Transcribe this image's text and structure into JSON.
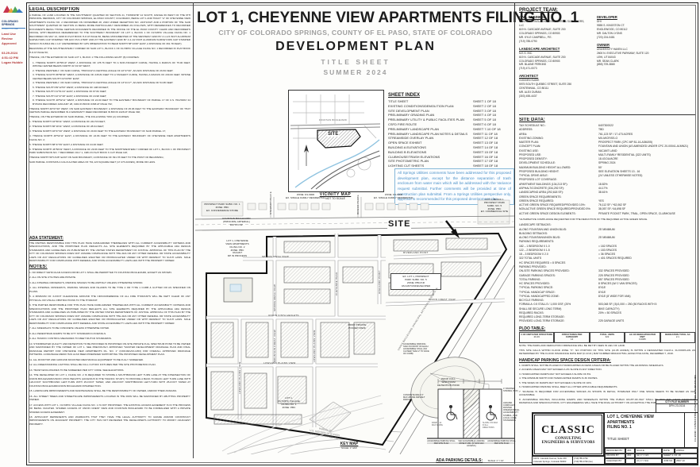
{
  "titles": {
    "main": "LOT 1, CHEYENNE VIEW APARTMENTS FILING NO. 1",
    "sub": "CITY OF COLORADO SPRINGS, COUNTY OF EL PASO, STATE OF COLORADO",
    "plan": "DEVELOPMENT PLAN",
    "sheet": "TITLE SHEET",
    "season": "SUMMER 2024"
  },
  "stamp": {
    "org1": "COLORADO",
    "org2": "SPRINGS",
    "tag": "OLYMPIC CITY USA",
    "line1": "Land Use Review",
    "line2": "Approved",
    "date": "03.29.2024",
    "time": "4:51:42 PM",
    "name": "Logan Hubble"
  },
  "legal": {
    "heading": "LEGAL DESCRIPTION",
    "paras": [
      "A PARCEL OF LAND LOCATED IN THE SOUTHWEST QUARTER OF SECTION 21, TOWNSHIP 14 SOUTH, RANGE 66 WEST OF THE 6TH PRINCIPAL MERIDIAN, CITY OF COLORADO SPRINGS, EL PASO COUNTY, COLORADO, BEING LOT 1 AND TRACT \"A\" OF CHEYENNE VIEW APARTMENTS FILING NO. 2 RECORDED ON NOVEMBER 28, 2023 UNDER RECEPTION NO. 223713327 AND A PORTION OF THE SAID SOUTHWEST QUARTER OF SECTION 21 BEING MORE PARTICULARLY DESCRIBED AS FOLLOWS, WITH REFERENCES TO RECORDED DOCUMENTS BEING THOSE CERTAIN DOCUMENTS RECORDED IN THE OFFICE OF THE EL PASO COUNTY CLERK AND RECORDER'S OFFICE, WITH BEARINGS REFERENCED TO THE SOUTHERLY BOUNDARY OF LOT 1, BLOCK 1 OF OLYMPIC VILLAGE FILING NO. 1 RECORDED ON MAY 13, 1998 IN PLAT BOOK H-8 AT PAGE 50, BEING MONUMENTED AT THE WESTERLY END BY A 1-1/2 INCH ALUMINUM SURVEYORS CAP STAMPED \"DB &CO PLS 27605\" AND AT THE EASTERLY END BY A 2-1/2 INCH ALUMINUM SURVEYORS CAP STAMPED \"ESSCO PLS 8014 RE 1 1/1\" (DETERMINED BY GPS OBSERVATION TO BEAR NORTH 58°13'28\" EAST, A DISTANCE OF 391.78 FEET).",
      "BEGINNING AT THE SOUTHEASTERLY CORNER OF SAID LOT 1, BLOCK 1 OF OLYMPIC VILLAGE FILING NO. 1 RECORDED IN PLAT BOOK H-8 AT PAGE 50;",
      "THENCE, ON THE EXTERIOR OF SAID LOT 1, BLOCK 1 THE FOLLOWING EIGHT (8) COURSES:"
    ],
    "courses": [
      "1.  THENCE NORTH 46°56'19\" WEST, A DISTANCE OF 178.76 FEET TO A NON-TANGENT CURVE, HAVING A RADIUS OF 75.00 FEET, WHOSE CENTER BEARS NORTH 31°21'30\" WEST;",
      "2.  THENCE WESTERLY, ON SAID CURVE, THROUGH A CENTRAL ANGLE OF 22°47'40\", AN ARC DISTANCE OF 29.84 FEET;",
      "3.  THENCE SOUTH 88°56'04\" WEST, A DISTANCE OF 245.84 FEET TO A TANGENT CURVE, HAVING A RADIUS OF 230.00 FEET, WHOSE CENTER BEARS SOUTH 01°03'56\" EAST;",
      "4.  THENCE WESTERLY, ON SAID CURVE, THROUGH A CENTRAL ANGLE OF 13°41'17\", AN ARC DISTANCE OF 54.95 FEET;",
      "5.  THENCE SOUTH 89°12'53\" WEST, A DISTANCE OF 108.60 FEET;",
      "6.  THENCE SOUTH 31°51'24\" EAST, A DISTANCE OF 87.82 FEET;",
      "7.  THENCE SOUTH 42°47'48\" EAST, A DISTANCE OF 24.98 FEET;",
      "8.  THENCE SOUTH 48°52'11\" WEST, A DISTANCE OF 24.00 FEET TO THE EASTERLY BOUNDARY OF PARCEL 17 OF U.S. HIGHWAY 24 BYPASS RECORDED JANUARY 28, 1964 IN BOOK 6368 AT PAGE 732;"
    ],
    "more": [
      "THENCE NORTH 46°07'40\" WEST, ON SAID EASTERLY BOUNDARY, A DISTANCE OF 25.06 FEET TO THE EASTERLY BOUNDARY OF THAT CERTAIN PARCEL DESCRIBED IN A WARRANTY DEED RECORDED IN BOOK 2428 AT PAGE 392;",
      "THENCE, ON THE EXTERIOR OF SAID PARCEL, THE FOLLOWING TWO (2) COURSES:",
      "1.  THENCE NORTH 04°58'11\" WEST, A DISTANCE OF 244.53 FEET;",
      "2.  THENCE NORTH 86°18'11\" WEST, A DISTANCE OF 28.64 FEET;",
      "3.  THENCE NORTH 46°07'40\" WEST, A DISTANCE OF 29.60 FEET TO THE EASTERLY BOUNDARY OF SAID PARCEL 17;",
      "4.  THENCE NORTH 48°52'11\" EAST, A DISTANCE OF 24.66 FEET TO THE EASTERLY BOUNDARY OF CHEYENNE VIEW APARTMENTS FILING NO. 2;",
      "5.  THENCE NORTH 88°47'39\" EAST, A DISTANCE OF 24.00 FEET;",
      "6.  THENCE NORTH 46°56'19\" WEST, A DISTANCE OF 29.66 FEET TO THE NORTHWESTERLY CORNER OF LOT 1, BLOCK 1 OF PROSPECT PARK SUBDIVISION NO. 7 RECORDED JULY 1, 1981 IN PLAT BOOK X-3 AT PAGE 118;",
      "THENCE NORTH 58°13'28\" EAST ON SAID BOUNDARY, A DISTANCE OF 391.78 FEET TO THE POINT OF BEGINNING;",
      "SAID PARCEL CONTAINS A CALCULATED AREA OF 761,123 SQUARE FEET (17.473 ACRES), MORE OR LESS."
    ]
  },
  "ada": {
    "heading": "ADA STATEMENT:",
    "text": "THE PARTIES RESPONSIBLE FOR THIS PLAN HAVE FAMILIARIZED THEMSELVES WITH ALL CURRENT ACCESSIBILITY CRITERIA AND SPECIFICATIONS, AND THE PROPOSED PLAN REFLECTS ALL SITE ELEMENTS REQUIRED BY THE APPLICABLE ADA DESIGN STANDARDS AND GUIDELINES AS PUBLISHED BY THE UNITED STATES DEPARTMENT OF JUSTICE. APPROVAL OF THIS PLAN BY THE CITY OF COLORADO SPRINGS DOES NOT ASSURE COMPLIANCE WITH THE ADA OR ANY OTHER FEDERAL OR STATE ACCESSIBILITY LAWS OR ANY REGULATIONS OR GUIDELINES ENACTED OR PROMULGATED UNDER OR WITH RESPECT TO SUCH LAWS. SOLE RESPONSIBILITY FOR COMPLIANCE WITH FEDERAL AND STATE ACCESSIBILITY LAWS LIES WITH THE PROPERTY OWNER."
  },
  "notes": {
    "heading": "NOTES:",
    "items": [
      "1.  NO DIRECT VEHICULAR ACCESS FROM LOT 1 SHALL BE PERMITTED TO FOUNTAIN BOULEVARD, EXCEPT AS SHOWN.",
      "2.  ALL ON-SITE UTILITIES ARE PRIVATE.",
      "3.  ALL INTERNAL DRIVEWAYS, PARKING SPACES TO BE ASPHALT UNLESS OTHERWISE SHOWN.",
      "4.  ALL INTERNAL DRIVEWAYS, PARKING SPACES AND ISLANDS TO BE TYPE 2 OR TYPE 1 CURB & GUTTER OR AS SPECIFIED ON PLANS.",
      "5.  A MINIMUM OF 3-FOOT CLEARANCE AROUND THE CIRCUMFERENCE OF ALL FIRE HYDRANTS WILL BE KEPT CLEAR OF ANY PHYSICAL OR VISUAL OBSTRUCTIONS TO THE HYDRANT.",
      "6.  THE PARTIES RESPONSIBLE FOR THIS PLAN HAVE FAMILIARIZED THEMSELVES WITH ALL CURRENT ACCESSIBILITY CRITERIA AND SPECIFICATIONS AND THE PROPOSED PLAN REFLECTS ALL SITE ELEMENTS REQUIRED BY THE APPLICABLE ADA DESIGN STANDARDS AND GUIDELINES AS PUBLISHED BY THE UNITED STATES DEPARTMENTS OF JUSTICE. APPROVAL OF THIS PLAN BY THE CITY OF COLORADO SPRINGS DOES NOT ASSURE COMPLIANCE WITH THE ADA OR ANY OTHER FEDERAL OR STATE ACCESSIBILITY LAWS OR ANY REGULATIONS OR GUIDELINES ENACTED OR PROMULGATED UNDER OR WITH RESPECT TO SUCH LAWS. SOLE RESPONSIBILITY FOR COMPLIANCE WITH FEDERAL AND STATE ACCESSIBILITY LAWS LIES WITH THE PROPERTY OWNER.",
      "7.  ALL SIDEWALKS TO BE CONCRETE UNLESS OTHERWISE NOTED.",
      "8.  ALL PEDESTRIAN RAMPS TO BE CITY STANDARD D-8 DETAILS.",
      "9.  ALL TRAFFIC CONTROL MEASURES TO MEET MUTCD STANDARDS.",
      "10. STORMWATER QUALITY AND DETENTION TO BE PROVIDED IN PROPOSED ON-SITE PRIVATE FULL SPECTRUM POND TO BE OWNED AND MAINTAINED BY THE OWNER OF LOT 1. SEE PREVIOUSLY APPROVED \"MASTER DEVELOPMENT DRAINAGE PLAN AND FINAL DRAINAGE REPORT FOR CHEYENNE VIEW APARTMENTS FIL. NO. 1\" (CFM-REV23-1453) FOR OVERALL APPROVED DRAINAGE PATTERNS. A DRAINAGE MEMO HAS ALSO BEEN PREPARED SUPPORTING THE PROPOSED DEVELOPMENT PLAN.",
      "11. ALL ROOFTOP AND GROUND MOUNTED MECHANICAL EQUIPMENT TO BE FULLY SCREENED.",
      "12. ALL FREESTANDING LIGHTING SHALL BE FULL CUTOFF FIXTURES PER THE SITE PHOTOMETRIC PLAN.",
      "13. TRASH ENCLOSURES TO BE SCREENED PER CITY CODE. SEE ELEVATIONS.",
      "14. THE DEVELOPER OF LOT 1, FILING NO. 2 IS REQUIRED TO STRIPE A SOUTHBOUND LEFT TURN LANE AT THE INTERSECTION OF UNION BOULEVARD/UNION VISTA HEIGHTS (ACCESS B IN THE TRAFFIC STUDY) TO PROVIDE A BACK-TO-BACK LEFT TURN LANE WITH 120-FOOT SOUTHBOUND LEFT-TURN WITH 25-FOOT TAPER, AND 200-FOOT NORTHBOUND LEFT-TURN WITH 25-FOOT TAPER AT FOUNTAIN BOULEVARD/UNION BOULEVARD INTERSECTION.",
      "15. LANDSCAPE IMPROVEMENTS AND MAINTENANCE SHALL BE THE RESPONSIBILITY OF OWNER, AND/OR THEIR ASSIGNS.",
      "16. ALL STREET TREES AND STREETSCAPE IMPROVEMENTS LOCATED IN THE ROW WILL BE MAINTAINED BY ABUTTING PROPERTY OWNER.",
      "17. ACCESS WITH LOT 1, OLYMPIC VILLAGE FILING NO. 1 IS NOT PROPOSED. THE EXISTING ACCESS EASEMENT IS IN THE PROCESS OF BEING VACATED. SHARED ACCESS AT UNION CREST VIEW AND FOUNTAIN BOULEVARD TO BE FORMALIZED WITH A PRIVATE SHARED ACCESS EASEMENT.",
      "18. APPLICANT REPRESENTS AND WARRANTS THAT THEY HAVE THE LEGAL AUTHORITY TO GRADE AND/OR CONSTRUCT IMPROVEMENTS ON ADJACENT PROPERTY. THE CITY HAS NOT REVIEWED THE DEVELOPER'S AUTHORITY TO MODIFY ADJACENT PROPERTY."
    ]
  },
  "sheet_index": {
    "heading": "SHEET INDEX",
    "rows": [
      {
        "name": "TITLE SHEET",
        "num": "SHEET 1 OF 18"
      },
      {
        "name": "EXISTING CONDITIONS/DEMOLITION PLAN",
        "num": "SHEET 2 OF 18"
      },
      {
        "name": "SITE DEVELOPMENT PLAN",
        "num": "SHEET 3 OF 18"
      },
      {
        "name": "PRELIMINARY GRADING PLAN",
        "num": "SHEET 4 OF 18"
      },
      {
        "name": "PRELIMINARY UTILITY & PUBLIC FACILITIES PLAN",
        "num": "SHEET 5 OF 18"
      },
      {
        "name": "CSFD FIRE ROUTE",
        "num": "SHEET 6 OF 18"
      },
      {
        "name": "PRELIMINARY LANDSCAPE PLAN",
        "num": "SHEET 7-10 OF 18"
      },
      {
        "name": "PRELIMINARY LANDSCAPE PLAN NOTES & DETAILS",
        "num": "SHEET 11 OF 18"
      },
      {
        "name": "STREAMSIDE OVERLAY PLAN",
        "num": "SHEET 12 OF 18"
      },
      {
        "name": "OPEN SPACE EXHIBIT",
        "num": "SHEET 13 OF 18"
      },
      {
        "name": "BUILDING A ELEVATIONS",
        "num": "SHEET 14 OF 18"
      },
      {
        "name": "BUILDING B ELEVATIONS",
        "num": "SHEET 15 OF 18"
      },
      {
        "name": "CLUBHOUSE/TRASH ELEVATIONS",
        "num": "SHEET 16 OF 18"
      },
      {
        "name": "SITE PHOTOMETRIC PLAN",
        "num": "SHEET 17 OF 18"
      },
      {
        "name": "LIGHTING CUT SHEETS",
        "num": "SHEET 18 OF 18"
      }
    ]
  },
  "utilities_note": "All Springs Utilities comments have been addressed for this proposed development plan, except for the distance separation of trash enclosure from water main which will be addressed with the Variance request submittal. Further comments will be provided at time of construction plan submittal. From a Springs Utilities perspective only, approval is recommended for this proposed development plan.",
  "vicinity": {
    "title": "VICINITY MAP",
    "subtitle": "NOT TO SCALE",
    "site": "SITE",
    "street": "FOUNTAIN BOULEVARD",
    "north": "N"
  },
  "team": {
    "heading": "PROJECT TEAM:",
    "entries": [
      {
        "role": "CIVIL ENGINEER",
        "lines": "CLASSIC CONSULTING ENGINEERS & SURVEYORS, LLC\n619 N. CASCADE AVENUE, SUITE 200\nCOLORADO SPRINGS, CO 80903\nMR. KYLE CAMPBELL, P.E.\n(719) 785-0790"
      },
      {
        "role": "DEVELOPER",
        "lines": "DHI\n9555 S. KINGSTON CT.\nENGLEWOOD, CO 80112\nMR. DALTON LYONS\n(720) 224-0481"
      },
      {
        "role": "LANDSCAPE ARCHITECT",
        "lines": "N.E.S. INC.\n619 N. CASCADE AVENUE, SUITE 200\nCOLORADO SPRINGS, CO 80903\nMR. BLAINE PERKINS\n(719) 471-0073"
      },
      {
        "role": "OWNER",
        "lines": "UNIVERSITY HAVEN LLC\n2600 N. EXECUTIVE PARKWAY, SUITE 120\nLEHI, UT 84043\nMR. SEAN CLARK\n(855) 709-3865"
      },
      {
        "role": "ARCHITECT",
        "lines": "GODDEN SUDIK\n5975 SOUTH QUEBEC STREET, SUITE 250\nCENTENNIAL, CO 80111\nMR. ALEX DURAN\n(303) 455-4437"
      }
    ]
  },
  "site_data": {
    "heading": "SITE DATA:",
    "rows": [
      {
        "l": "TAX SCHEDULE NO.:",
        "v": "6407300022"
      },
      {
        "l": "ADDRESS:",
        "v": "TBD"
      },
      {
        "l": "AREA:",
        "v": "761,123 SF / 17.473 ACRES"
      },
      {
        "l": "EXISTING ZONING:",
        "v": "MX-M/CR/SS-O"
      },
      {
        "l": "MASTER PLAN:",
        "v": "PROSPECT PARK (CPC MP 81-16-A3MJ05)"
      },
      {
        "l": "CONCEPT PLAN:",
        "v": "FOUNTAIN AND UNION (AS AMENDED UNDER CPC 20-00041-A1MN21)"
      },
      {
        "l": "EXISTING USE:",
        "v": "VACANT LAND"
      },
      {
        "l": "PROPOSED USE:",
        "v": "MULTI-FAMILY RESIDENTIAL (322 UNITS)"
      },
      {
        "l": "PROPOSED DENSITY:",
        "v": "18.43 DU/ACRE"
      },
      {
        "l": "DEVELOPMENT SCHEDULE:",
        "v": "SPRING 2024"
      },
      {
        "l": "MAXIMUM BUILDING HEIGHT ALLOWED:",
        "v": "50'"
      },
      {
        "l": "PROPOSED BUILDING HEIGHT:",
        "v": "SEE ELEVATION SHEETS 13 - 16"
      },
      {
        "l": "TYPICAL DRIVE AISLE:",
        "v": "(24' UNLESS OTHERWISE NOTED)"
      },
      {
        "l": "PROPOSED LOT COVERAGE:",
        "v": ""
      },
      {
        "l": "APARTMENT BUILDINGS (134,213 SF):",
        "v": "18.82%"
      },
      {
        "l": "ASPHALT/CONCRETE (334,292 SF):",
        "v": "44.17%"
      },
      {
        "l": "LANDSCAPING AREA (292,618 SF):",
        "v": "38.61%"
      },
      {
        "l": "GREEN SPACE REQUIREMENTS:",
        "v": ""
      },
      {
        "l": "GREEN SPACE REQUIRED:",
        "v": "YES"
      },
      {
        "l": "ACTIVE GREEN SPACE REQUIRED/PROVIDED 10%:",
        "v": "76,112 SF / *62,062 SF"
      },
      {
        "l": "NON-ACTIVE GREEN SPACE REQUIRED/PROVIDED 5%:",
        "v": "38,057 SF / 64,698 SF"
      },
      {
        "l": "ACTIVE GREEN SPACE DESIGN ELEMENTS:",
        "v": "PRIVATE POCKET PARK, TRAIL, OPEN SPACE, CLUBHOUSE"
      }
    ],
    "footnote": "*ALTERNATIVE COMPLIANCE REQUESTED FOR THE REDUCTION OF THE REQUIRED ACTIVE GREEN SPACE."
  },
  "parking": {
    "rows": [
      {
        "l": "LANDSCAPE SETBACKS:",
        "v": ""
      },
      {
        "l": "ALONG FOUNTAIN AND UNION BLVD:",
        "v": "25' MINIMUM"
      },
      {
        "l": "BUILDING SETBACKS:",
        "v": ""
      },
      {
        "l": "ALONG FOUNTAIN/UNION BLVD:",
        "v": "25' MINIMUM"
      },
      {
        "l": "PARKING REQUIREMENTS:",
        "v": ""
      },
      {
        "l": "182 – 1 BEDROOM X 1.0",
        "v": "= 182 SPACES"
      },
      {
        "l": "122 – 2 BEDROOM X 1.5",
        "v": "= 183 SPACES"
      },
      {
        "l": "18 – 3 BEDROOM X 2.0",
        "v": "= 36 SPACES"
      },
      {
        "l": "322 TOTAL UNITS",
        "v": "= 401 SPACES REQUIRED"
      },
      {
        "l": "HC SPACES REQUIRED = 8 SPACES",
        "v": ""
      },
      {
        "l": "PARKING PROVIDED:",
        "v": ""
      },
      {
        "l": "ON-SITE PARKING SPACES PROVIDED:",
        "v": "332 SPACES PROVIDED"
      },
      {
        "l": "GARAGE PARKING SPACES:",
        "v": "225 SPACES PROVIDED"
      },
      {
        "l": "TOTAL PARKING:",
        "v": "557 SPACES PROVIDED"
      },
      {
        "l": "HC SPACES PROVIDED:",
        "v": "8 SPACES (W/ 2 VAN SPACES)"
      },
      {
        "l": "TYPICAL PARKING SPACE:",
        "v": "8'X18'"
      },
      {
        "l": "TYPICAL HANDICAP SPACE:",
        "v": "8'X18'"
      },
      {
        "l": "TYPICAL HANDICAPPED ZONE:",
        "v": "8'X18' (8' WIDE FOR VAN)"
      },
      {
        "l": "BICYCLE PARKING:",
        "v": ""
      },
      {
        "l": "FORMULA: 0.5 STALLS / 1,000 GSF, (20%",
        "v": "503,048 SF (.5)/1,000 = 250 (50 RACKS WITH 5"
      },
      {
        "l": "SHALL BE SECURE LONG TERM)",
        "v": "BIKE CAPACITY)"
      },
      {
        "l": "REQUIRED RACKS:",
        "v": "20% = 50 SPACES"
      },
      {
        "l": "REQUIRED LONG-TERM STORAGE:",
        "v": ""
      },
      {
        "l": "PROVIDED LONG-TERM STORAGE:",
        "v": "225 GARAGE UNITS"
      }
    ]
  },
  "pldo": {
    "heading": "PLDO TABLE:",
    "cols": [
      {
        "h": "# OF UNITS PER STRUCTURE",
        "v": "20-49"
      },
      {
        "h": "STRUCTURES PER CATEGORY",
        "v": "14"
      },
      {
        "h": "TOTAL UNITS",
        "v": "322"
      },
      {
        "h": "AC OF DEDICATION PER UNIT",
        "v": "0.0065"
      },
      {
        "h": "DEDICATION TOTAL AC",
        "v": "2.1"
      }
    ],
    "note": "NOTE: THE PARKLAND DEDICATION ORDINANCE WILL BE MET BY FEES IN LIEU OF LAND.",
    "flood": "THIS SITE FALLS WITHIN FLOOD ZONE \"X\". NO PORTION OF THIS SITE (21.05 ACRES) IS WITHIN A DESIGNATED F.E.M.A. FLOODPLAIN AS DETERMINED BY THE FLOOD INSURANCE RATE MAP (F.I.R.M.) MAP NUMBER 08041C0753G, EFFECTIVE DATE, DECEMBER 7, 2018."
  },
  "hc": {
    "heading": "HANDICAP PARKING SPACE DESIGN CRITERIA:",
    "items": [
      "1.  RAMPS SHALL NOT BE PLACED IN HANDICAPPED ACCESS AISLES OR BE PLACED WITHIN THE ADJOINING SIDEWALKS.",
      "2.  ACCESS AISLES MAY NOT EXCEED A 2% SLOPE IN ANY DIRECTION.",
      "3.  HANDICAPPED RAMPS MAY NOT EXCEED A SLOPE OF 8%.",
      "4.  THE MINIMUM WIDTH FOR HANDICAPPED RAMPS IS 36 INCHES.",
      "5.  THE SIDES OF RAMPS MAY NOT EXCEED A SLOPE OF 10%.",
      "6.  HANDICAPPED PARKING SHALL MEET ALL OTHER APPLICABLE REQUIREMENTS.",
      "7.  SIGNAGE IS REQUIRED FOR ACCESSIBLE SPACES AS SHOWN IN DETAIL; HOWEVER ONLY ONE SPACE NEEDS TO BE SIGNED AS VAN ACCESSIBLE.",
      "8.  ACCESSIBLE ROUTES, INCLUDING RAMPS AND SIDEWALKS WITHIN THE PUBLIC RIGHT-OF-WAY SHALL BE PER THE CITY'S STANDARD DRAWINGS AND SPECIFICATIONS. CITY ENGINEERING WILL HAVE THE FINAL AUTHORITY ON ACCEPTING THE PUBLIC IMPROVEMENTS."
    ]
  },
  "ada_detail": {
    "caption": "ADA PARKING DETAILS:",
    "scale": "SCALE: 1\" = 10'",
    "left1": "ACCESSIBLE PARKING SIGN IN FRONT OF EACH ACCESSIBLE STALL (NO CLOSER THAN 2' TO FACE OF CURB)",
    "left2": "CONCRETE WALK 6\" MAX ABOVE ASPHALT PARKING",
    "right1": "4\" PAINTED STRIPES (TYP.)",
    "right2": "ADA/ABA COMPLIANT PAINTED INTERNATIONAL ACCESSIBILITY SYMBOL, PER LOCAL CODE STANDARDS",
    "ramp": "RAMP 1:12 MAX SLOPE",
    "slope": "SLOPE 1:50 MAX IN ALL DIRECTIONS",
    "b1": "ACCESSIBLE PARKING STALL PER SITE PLAN",
    "b2": "VAN ACCESSIBLE LOADING ZONE 8' MIN. (5' NON-VAN ACCESS.)",
    "b3": "ACCESSIBLE PARKING STALL PER SITE PLAN"
  },
  "key_map": {
    "title": "KEY MAP",
    "scale": "SCALE: 1\"=200'"
  },
  "plan": {
    "site": "SITE",
    "fountain": "FOUNTAIN BOULEVARD\n(PRINCIPAL ARTERIAL)\n100' R.O.W.",
    "union": "UNION BOULEVARD (PRINCIPAL ARTERIAL) 120' R.O.W.",
    "streets": {
      "spring_h": "SPRING MESA VIEW",
      "riverland": "RIVERLAND POINT",
      "cheyenne": "CHEYENNE PEAK",
      "highland": "HIGHLAND POINT",
      "union_vista": "UNION VISTA HEIGHTS",
      "union_crest": "UNION CREST VIEW",
      "mountain_crest": "MOUNTAIN CREST VIEW",
      "lowland_v": "LOWLAND PLAINS VIEW",
      "lowland_h": "LOWLAND PLAINS VIEW",
      "stewart": "STEWART PLACE",
      "boggs": "BOGGS PLACE"
    },
    "parcels": {
      "p1": "PROSPECT PARK SUBD. NO. 1\nZONE: PBC\nEX. CONVENIENCE STORE",
      "r1": "ZONE: R1-6000\nEX. SINGLE FAMILY RESIDENTIAL",
      "r2": "ZONE: R1-6000\nEX. SINGLE FAMILY RESIDENTIAL",
      "commercial": "LOT 1, BLOCK 1\nPROSPECT PARK\nSUBD. NO. 5\nZONE: PBC\nEX. COMMERCIAL SITE",
      "filing2": "LOT 1, CHEYENNE\nVIEW APARTMENTS\nFILING NO. 2\nZONE: PBC\nVACANT\nDP IN PROCESS",
      "vacant5": "EX. LOT 1, PROSPECT\nPARK SUBD. NO. 5\nZONE: PBC/CR\nVACANT/UNDEVELOPED",
      "olympic": "LOT 1,\nOLYMPIC VILLAGE\nFILING NO. 1\nZONE: PBC",
      "pond": "PROP. FULL\nSPECTRUM\nDETENTION POND",
      "pocket": "PROP. PRIVATE\nPOCKET PARK",
      "us24": "PARCEL IN\nU.S. HIGHWAY 24 BYPASS\nBOOK 5908 AT PAGE 714"
    }
  },
  "tb": {
    "firm": "CLASSIC",
    "sub1": "CONSULTING",
    "sub2": "ENGINEERS & SURVEYORS",
    "addr1": "619 N. Cascade Avenue, Suite 200",
    "addr2": "Colorado Springs, Colorado 80903",
    "ph1": "(719)785-0790",
    "ph2": "(719)785-0799 (fax)",
    "proj1": "LOT 1, CHEYENNE VIEW APARTMENTS",
    "proj2": "FILING NO. 1",
    "sheet_title": "TITLE SHEET",
    "designed_label": "DESIGNED BY",
    "designed": "JDF",
    "drawn_label": "DRAWN BY",
    "drawn": "JDF",
    "checked_label": "CHECKED BY",
    "checked": "",
    "scale_label": "SCALE",
    "scale_h": "(H) 1\"= N/A",
    "scale_v": "(V) 1\"= N/A",
    "date_label": "DATE",
    "date": "2/28/24",
    "sheet_label": "SHEET  1  OF  18",
    "job_label": "JOB NO.",
    "job": "2567.10",
    "cfn_label": "CITY FILE NUMBER",
    "cfn": "DPN 23-0134",
    "side": "CLASSIC CONSULTING ENGINEERS & SURVEYORS"
  }
}
